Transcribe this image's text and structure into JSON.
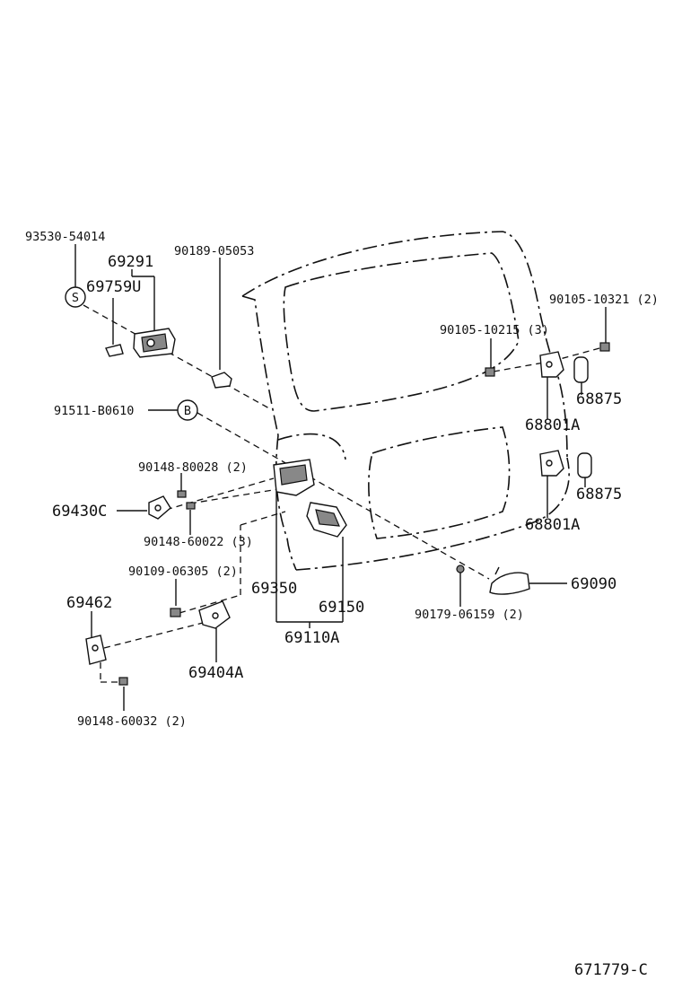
{
  "diagram_id": "671779-C",
  "labels": {
    "l_93530_54014": "93530-54014",
    "l_69291": "69291",
    "l_69759U": "69759U",
    "l_90189_05053": "90189-05053",
    "l_91511_B0610": "91511-B0610",
    "l_90148_80028": "90148-80028 (2)",
    "l_69430C": "69430C",
    "l_90148_60022": "90148-60022 (3)",
    "l_90109_06305": "90109-06305 (2)",
    "l_69462": "69462",
    "l_69404A": "69404A",
    "l_90148_60032": "90148-60032 (2)",
    "l_69350": "69350",
    "l_69150": "69150",
    "l_69110A": "69110A",
    "l_90105_10321": "90105-10321 (2)",
    "l_90105_10215": "90105-10215 (3)",
    "l_68875_top": "68875",
    "l_68801A_top": "68801A",
    "l_68875_bot": "68875",
    "l_68801A_bot": "68801A",
    "l_69090": "69090",
    "l_90179_06159": "90179-06159 (2)"
  },
  "callouts": {
    "s": "S",
    "b": "B"
  }
}
